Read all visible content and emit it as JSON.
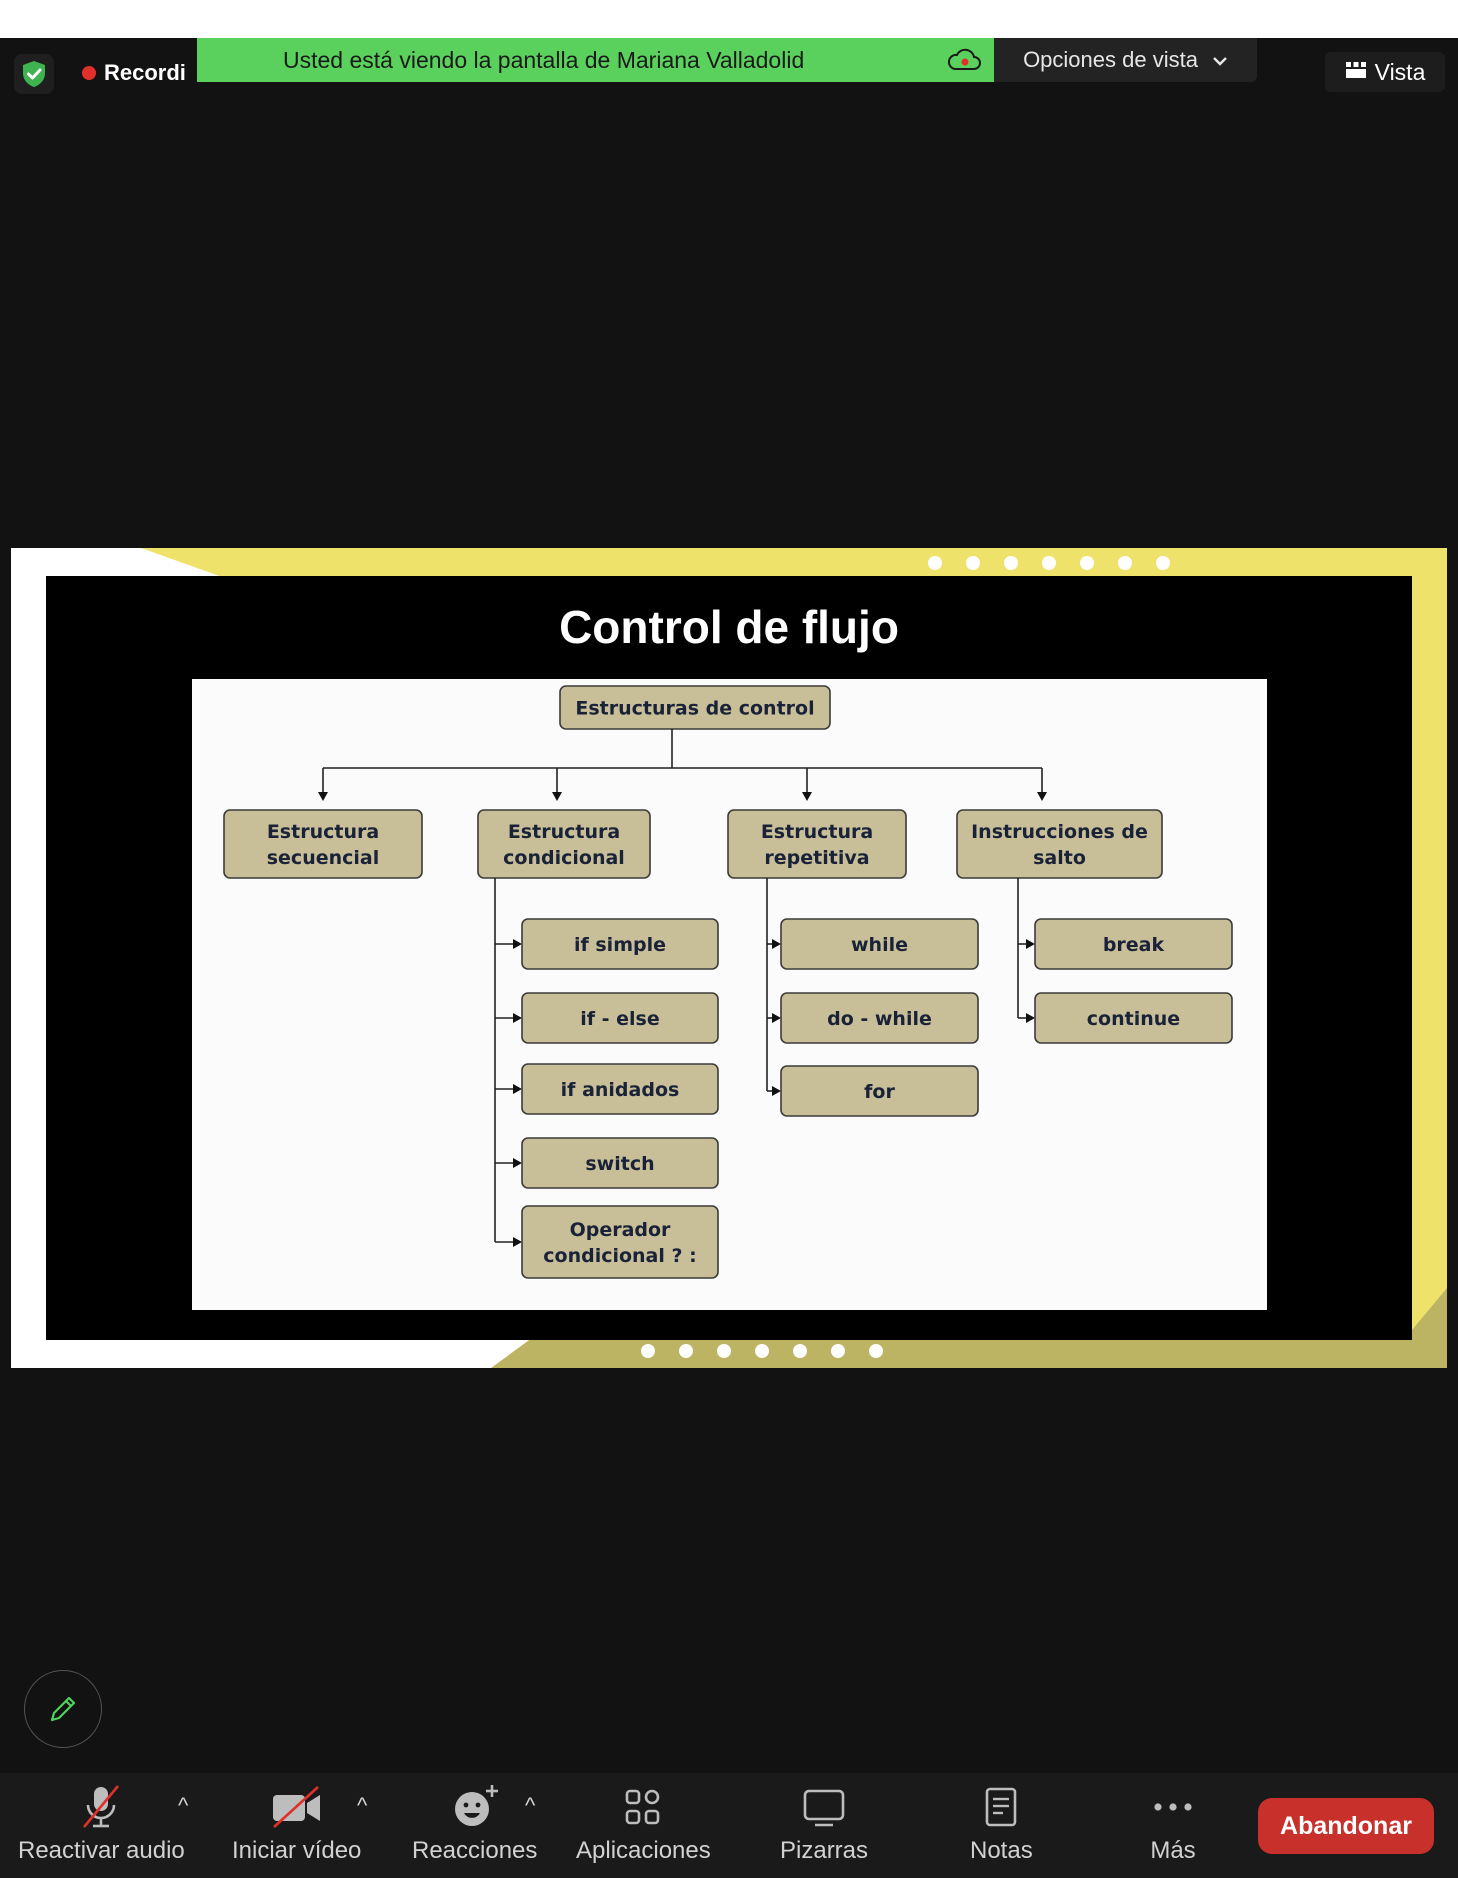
{
  "recording": {
    "label": "Recordi"
  },
  "share_banner": {
    "text": "Usted está viendo la pantalla de Mariana Valladolid"
  },
  "view_options": {
    "label": "Opciones de vista"
  },
  "view_button": {
    "label": "Vista"
  },
  "slide": {
    "title": "Control de flujo",
    "root": "Estructuras de control",
    "categories": [
      {
        "line1": "Estructura",
        "line2": "secuencial",
        "children": []
      },
      {
        "line1": "Estructura",
        "line2": "condicional",
        "children": [
          "if simple",
          "if - else",
          "if anidados",
          "switch",
          "Operador|condicional ? :"
        ]
      },
      {
        "line1": "Estructura",
        "line2": "repetitiva",
        "children": [
          "while",
          "do - while",
          "for"
        ]
      },
      {
        "line1": "Instrucciones de",
        "line2": "salto",
        "children": [
          "break",
          "continue"
        ]
      }
    ]
  },
  "toolbar": {
    "audio": "Reactivar audio",
    "video": "Iniciar vídeo",
    "reactions": "Reacciones",
    "apps": "Aplicaciones",
    "whiteboards": "Pizarras",
    "notes": "Notas",
    "more": "Más",
    "leave": "Abandonar"
  },
  "colors": {
    "banner_green": "#5ad15c",
    "leave_red": "#c7302b",
    "box_fill": "#c8bf99",
    "slide_yellow": "#efe26a",
    "slide_olive": "#bcb363"
  }
}
